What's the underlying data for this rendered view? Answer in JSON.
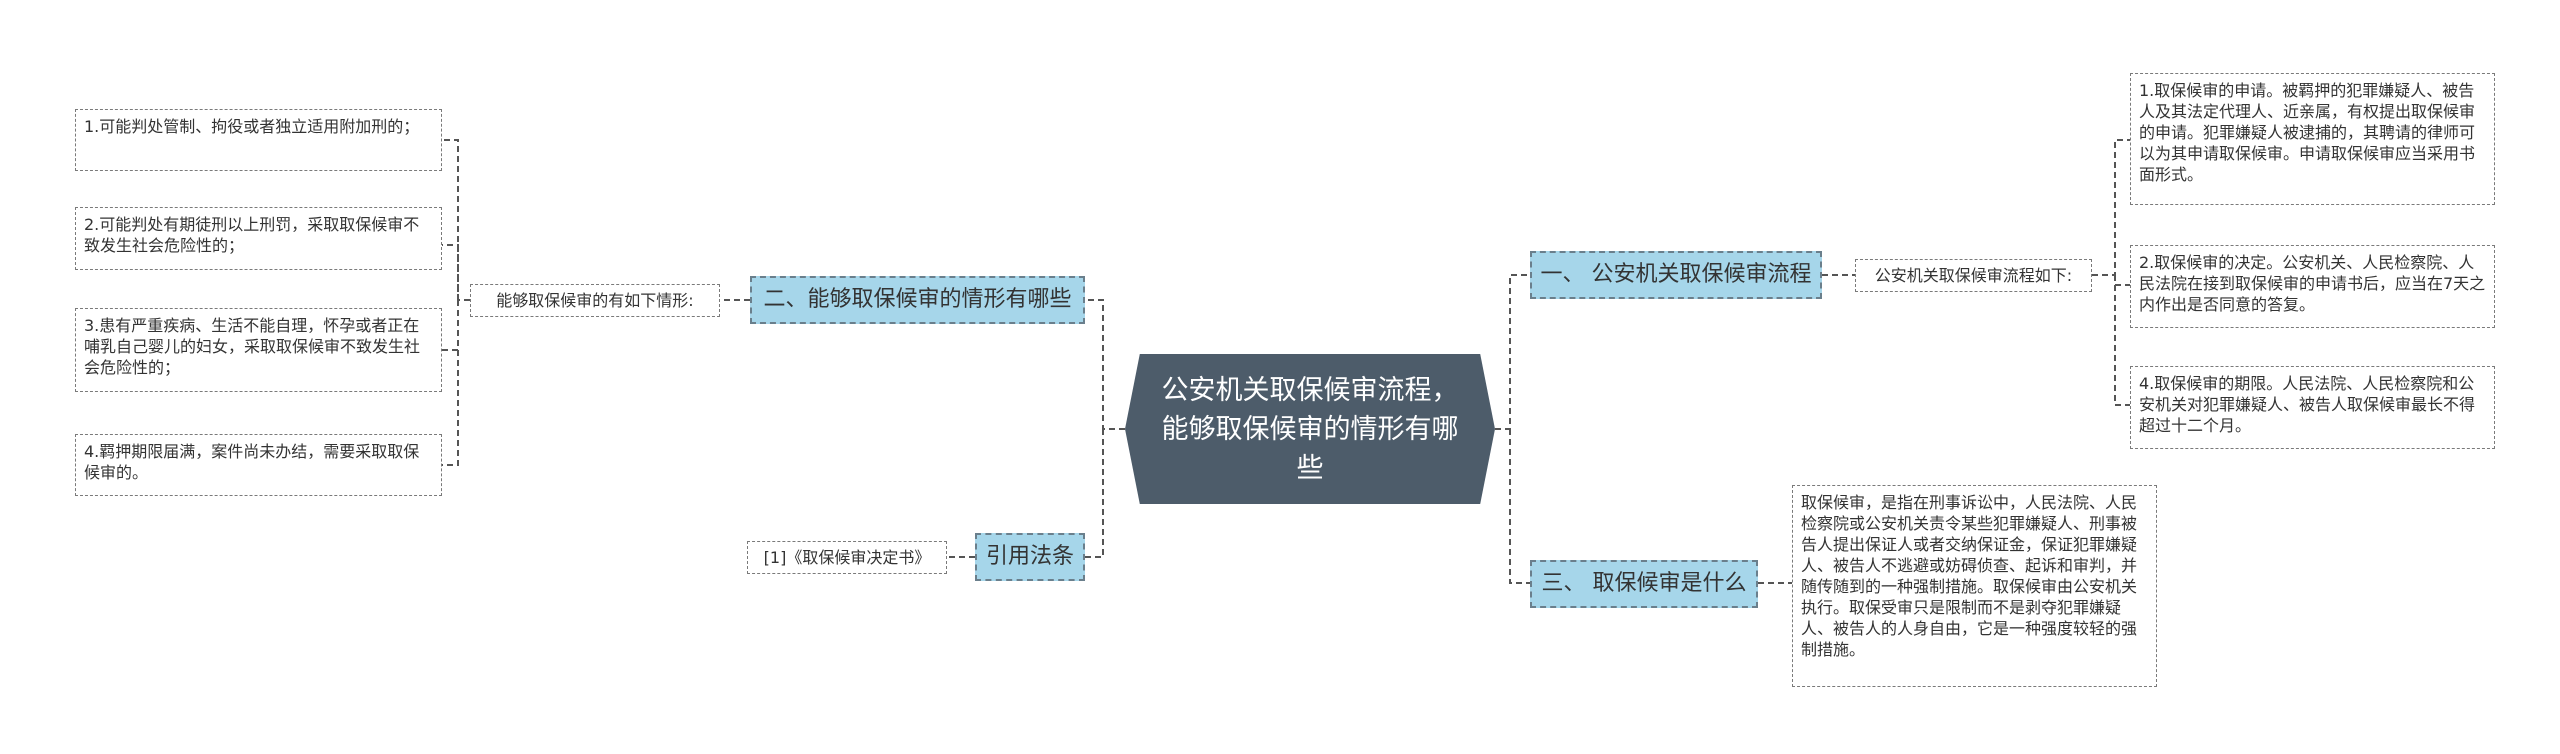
{
  "root": {
    "title": "公安机关取保候审流程，能够取保候审的情形有哪些"
  },
  "branches": {
    "b1": {
      "label": "一、 公安机关取保候审流程",
      "sub": "公安机关取保候审流程如下:",
      "leaves": [
        "1.取保候审的申请。被羁押的犯罪嫌疑人、被告人及其法定代理人、近亲属，有权提出取保候审的申请。犯罪嫌疑人被逮捕的，其聘请的律师可以为其申请取保候审。申请取保候审应当采用书面形式。",
        "2.取保候审的决定。公安机关、人民检察院、人民法院在接到取保候审的申请书后，应当在7天之内作出是否同意的答复。",
        "4.取保候审的期限。人民法院、人民检察院和公安机关对犯罪嫌疑人、被告人取保候审最长不得超过十二个月。"
      ]
    },
    "b2": {
      "label": "二、能够取保候审的情形有哪些",
      "sub": "能够取保候审的有如下情形:",
      "leaves": [
        "1.可能判处管制、拘役或者独立适用附加刑的；",
        "2.可能判处有期徒刑以上刑罚，采取取保候审不致发生社会危险性的；",
        "3.患有严重疾病、生活不能自理，怀孕或者正在哺乳自己婴儿的妇女，采取取保候审不致发生社会危险性的；",
        "4.羁押期限届满，案件尚未办结，需要采取取保候审的。"
      ]
    },
    "b3": {
      "label": "三、 取保候审是什么",
      "leaf": "取保候审，是指在刑事诉讼中，人民法院、人民检察院或公安机关责令某些犯罪嫌疑人、刑事被告人提出保证人或者交纳保证金，保证犯罪嫌疑人、被告人不逃避或妨碍侦查、起诉和审判，并随传随到的一种强制措施。取保候审由公安机关执行。取保受审只是限制而不是剥夺犯罪嫌疑人、被告人的人身自由，它是一种强度较轻的强制措施。"
    },
    "b4": {
      "label": "引用法条",
      "leaf": "[1]《取保候审决定书》"
    }
  },
  "colors": {
    "root_fill": "#4d5c6a",
    "main_fill": "#a6d6ea",
    "line": "#555555"
  }
}
